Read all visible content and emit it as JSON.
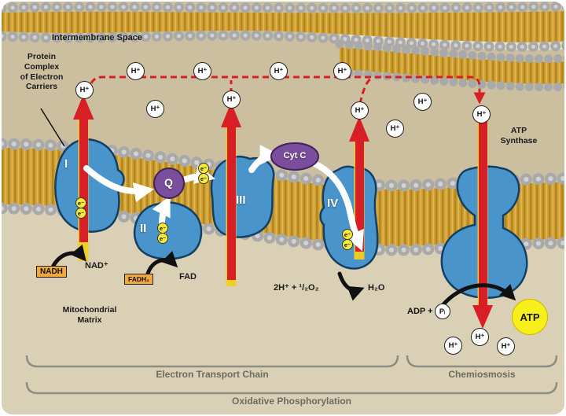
{
  "title": "Electron Transport Chain and Oxidative Phosphorylation diagram",
  "labels": {
    "intermembrane_space": "Intermembrane Space",
    "protein_complex": "Protein\nComplex\nof Electron\nCarriers",
    "atp_synthase": "ATP\nSynthase",
    "matrix": "Mitochondrial\nMatrix",
    "complex_i": "I",
    "complex_ii": "II",
    "complex_iii": "III",
    "complex_iv": "IV",
    "q": "Q",
    "cyt_c": "Cyt C",
    "nadh": "NADH",
    "nad_plus": "NAD⁺",
    "fadh2": "FADH₂",
    "fad": "FAD",
    "o2_reaction": "2H⁺ + ¹/₂O₂",
    "h2o": "H₂O",
    "adp": "ADP +",
    "p_i": "Pᵢ",
    "atp": "ATP",
    "h_plus": "H⁺",
    "electron": "e⁻",
    "etc": "Electron Transport Chain",
    "chemiosmosis": "Chemiosmosis",
    "oxphos": "Oxidative Phosphorylation"
  },
  "colors": {
    "membrane_gold": "#cfa133",
    "bead_gray": "#a9a9a9",
    "complex_blue": "#4a94cc",
    "carrier_purple": "#7a4e9c",
    "arrow_red": "#d81f26",
    "glow_yellow": "#f2cf1d",
    "atp_yellow": "#f7ef1b",
    "orange_box": "#f2a93b",
    "ims_tan": "#cbbfa0",
    "matrix_tan": "#d9d0b6",
    "bracket_gray": "#8d8d82"
  }
}
